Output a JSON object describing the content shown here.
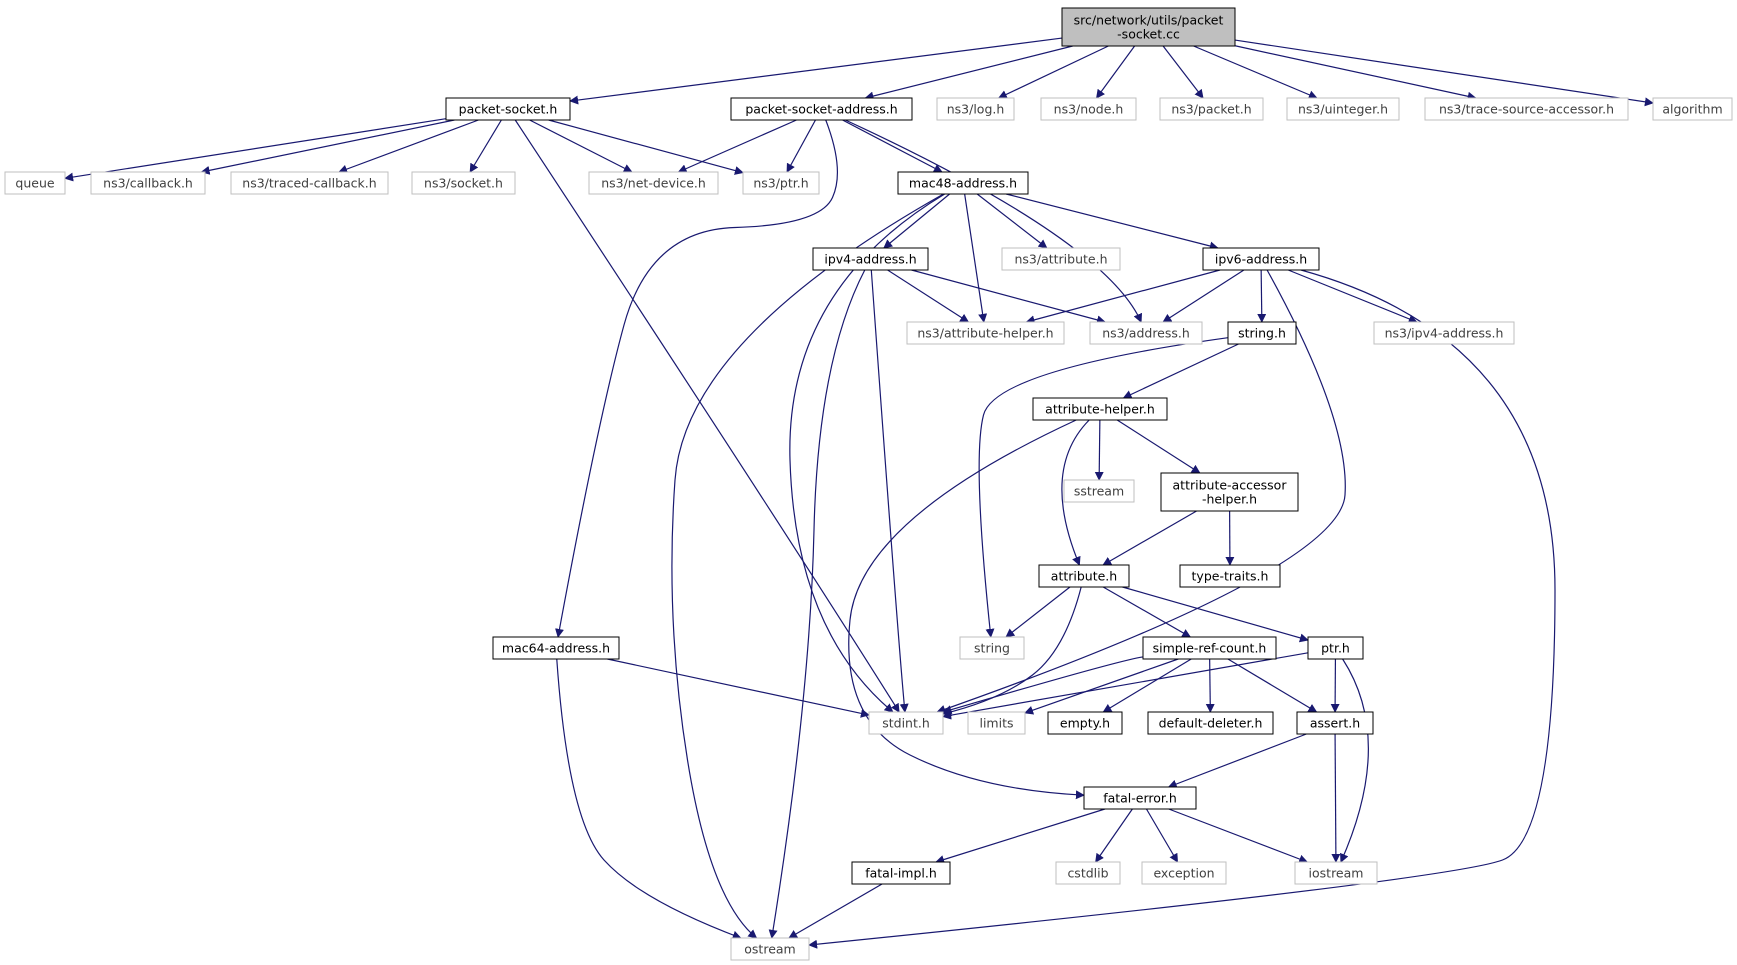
{
  "colors": {
    "edge": "#191970",
    "root_fill": "#bfbfbf",
    "doc_border": "#000000",
    "ext_border": "#bfbfbf",
    "ext_text": "#404040",
    "doc_text": "#000000"
  },
  "nodes": [
    {
      "id": "root",
      "lines": [
        "src/network/utils/packet",
        "-socket.cc"
      ],
      "kind": "root"
    },
    {
      "id": "packet_socket_h",
      "lines": [
        "packet-socket.h"
      ],
      "kind": "doc"
    },
    {
      "id": "packet_socket_address_h",
      "lines": [
        "packet-socket-address.h"
      ],
      "kind": "doc"
    },
    {
      "id": "ns3_log_h",
      "lines": [
        "ns3/log.h"
      ],
      "kind": "ext"
    },
    {
      "id": "ns3_node_h",
      "lines": [
        "ns3/node.h"
      ],
      "kind": "ext"
    },
    {
      "id": "ns3_packet_h",
      "lines": [
        "ns3/packet.h"
      ],
      "kind": "ext"
    },
    {
      "id": "ns3_uinteger_h",
      "lines": [
        "ns3/uinteger.h"
      ],
      "kind": "ext"
    },
    {
      "id": "ns3_trace_source_accessor_h",
      "lines": [
        "ns3/trace-source-accessor.h"
      ],
      "kind": "ext"
    },
    {
      "id": "algorithm",
      "lines": [
        "algorithm"
      ],
      "kind": "ext"
    },
    {
      "id": "queue",
      "lines": [
        "queue"
      ],
      "kind": "ext"
    },
    {
      "id": "ns3_callback_h",
      "lines": [
        "ns3/callback.h"
      ],
      "kind": "ext"
    },
    {
      "id": "ns3_traced_callback_h",
      "lines": [
        "ns3/traced-callback.h"
      ],
      "kind": "ext"
    },
    {
      "id": "ns3_socket_h",
      "lines": [
        "ns3/socket.h"
      ],
      "kind": "ext"
    },
    {
      "id": "ns3_net_device_h",
      "lines": [
        "ns3/net-device.h"
      ],
      "kind": "ext"
    },
    {
      "id": "ns3_ptr_h",
      "lines": [
        "ns3/ptr.h"
      ],
      "kind": "ext"
    },
    {
      "id": "mac48_address_h",
      "lines": [
        "mac48-address.h"
      ],
      "kind": "doc"
    },
    {
      "id": "ipv4_address_h",
      "lines": [
        "ipv4-address.h"
      ],
      "kind": "doc"
    },
    {
      "id": "ns3_attribute_h",
      "lines": [
        "ns3/attribute.h"
      ],
      "kind": "ext"
    },
    {
      "id": "ipv6_address_h",
      "lines": [
        "ipv6-address.h"
      ],
      "kind": "doc"
    },
    {
      "id": "ns3_attribute_helper_h",
      "lines": [
        "ns3/attribute-helper.h"
      ],
      "kind": "ext"
    },
    {
      "id": "ns3_address_h",
      "lines": [
        "ns3/address.h"
      ],
      "kind": "ext"
    },
    {
      "id": "string_h",
      "lines": [
        "string.h"
      ],
      "kind": "doc"
    },
    {
      "id": "ns3_ipv4_address_h",
      "lines": [
        "ns3/ipv4-address.h"
      ],
      "kind": "ext"
    },
    {
      "id": "attribute_helper_h",
      "lines": [
        "attribute-helper.h"
      ],
      "kind": "doc"
    },
    {
      "id": "sstream",
      "lines": [
        "sstream"
      ],
      "kind": "ext"
    },
    {
      "id": "attribute_accessor_helper_h",
      "lines": [
        "attribute-accessor",
        "-helper.h"
      ],
      "kind": "doc"
    },
    {
      "id": "attribute_h",
      "lines": [
        "attribute.h"
      ],
      "kind": "doc"
    },
    {
      "id": "type_traits_h",
      "lines": [
        "type-traits.h"
      ],
      "kind": "doc"
    },
    {
      "id": "mac64_address_h",
      "lines": [
        "mac64-address.h"
      ],
      "kind": "doc"
    },
    {
      "id": "string",
      "lines": [
        "string"
      ],
      "kind": "ext"
    },
    {
      "id": "simple_ref_count_h",
      "lines": [
        "simple-ref-count.h"
      ],
      "kind": "doc"
    },
    {
      "id": "ptr_h",
      "lines": [
        "ptr.h"
      ],
      "kind": "doc"
    },
    {
      "id": "stdint_h",
      "lines": [
        "stdint.h"
      ],
      "kind": "ext"
    },
    {
      "id": "limits",
      "lines": [
        "limits"
      ],
      "kind": "ext"
    },
    {
      "id": "empty_h",
      "lines": [
        "empty.h"
      ],
      "kind": "doc"
    },
    {
      "id": "default_deleter_h",
      "lines": [
        "default-deleter.h"
      ],
      "kind": "doc"
    },
    {
      "id": "assert_h",
      "lines": [
        "assert.h"
      ],
      "kind": "doc"
    },
    {
      "id": "fatal_error_h",
      "lines": [
        "fatal-error.h"
      ],
      "kind": "doc"
    },
    {
      "id": "fatal_impl_h",
      "lines": [
        "fatal-impl.h"
      ],
      "kind": "doc"
    },
    {
      "id": "cstdlib",
      "lines": [
        "cstdlib"
      ],
      "kind": "ext"
    },
    {
      "id": "exception",
      "lines": [
        "exception"
      ],
      "kind": "ext"
    },
    {
      "id": "iostream",
      "lines": [
        "iostream"
      ],
      "kind": "ext"
    },
    {
      "id": "ostream",
      "lines": [
        "ostream"
      ],
      "kind": "ext"
    }
  ],
  "edges": [
    [
      "root",
      "packet_socket_h"
    ],
    [
      "root",
      "packet_socket_address_h"
    ],
    [
      "root",
      "ns3_log_h"
    ],
    [
      "root",
      "ns3_node_h"
    ],
    [
      "root",
      "ns3_packet_h"
    ],
    [
      "root",
      "ns3_uinteger_h"
    ],
    [
      "root",
      "ns3_trace_source_accessor_h"
    ],
    [
      "root",
      "algorithm"
    ],
    [
      "packet_socket_h",
      "queue"
    ],
    [
      "packet_socket_h",
      "ns3_callback_h"
    ],
    [
      "packet_socket_h",
      "ns3_traced_callback_h"
    ],
    [
      "packet_socket_h",
      "ns3_socket_h"
    ],
    [
      "packet_socket_h",
      "ns3_net_device_h"
    ],
    [
      "packet_socket_h",
      "ns3_ptr_h"
    ],
    [
      "packet_socket_h",
      "stdint_h"
    ],
    [
      "packet_socket_address_h",
      "ns3_net_device_h"
    ],
    [
      "packet_socket_address_h",
      "ns3_ptr_h"
    ],
    [
      "packet_socket_address_h",
      "mac48_address_h"
    ],
    [
      "packet_socket_address_h",
      "mac64_address_h"
    ],
    [
      "packet_socket_address_h",
      "ns3_address_h"
    ],
    [
      "mac48_address_h",
      "ipv4_address_h"
    ],
    [
      "mac48_address_h",
      "ns3_attribute_h"
    ],
    [
      "mac48_address_h",
      "ipv6_address_h"
    ],
    [
      "mac48_address_h",
      "ns3_attribute_helper_h"
    ],
    [
      "mac48_address_h",
      "stdint_h"
    ],
    [
      "mac48_address_h",
      "ostream"
    ],
    [
      "ipv4_address_h",
      "ns3_attribute_helper_h"
    ],
    [
      "ipv4_address_h",
      "ns3_address_h"
    ],
    [
      "ipv4_address_h",
      "stdint_h"
    ],
    [
      "ipv4_address_h",
      "ostream"
    ],
    [
      "ipv6_address_h",
      "ns3_attribute_helper_h"
    ],
    [
      "ipv6_address_h",
      "ns3_address_h"
    ],
    [
      "ipv6_address_h",
      "string_h"
    ],
    [
      "ipv6_address_h",
      "ns3_ipv4_address_h"
    ],
    [
      "ipv6_address_h",
      "stdint_h"
    ],
    [
      "ipv6_address_h",
      "ostream"
    ],
    [
      "string_h",
      "attribute_helper_h"
    ],
    [
      "string_h",
      "string"
    ],
    [
      "attribute_helper_h",
      "sstream"
    ],
    [
      "attribute_helper_h",
      "attribute_accessor_helper_h"
    ],
    [
      "attribute_helper_h",
      "attribute_h"
    ],
    [
      "attribute_helper_h",
      "fatal_error_h"
    ],
    [
      "attribute_accessor_helper_h",
      "attribute_h"
    ],
    [
      "attribute_accessor_helper_h",
      "type_traits_h"
    ],
    [
      "attribute_h",
      "string"
    ],
    [
      "attribute_h",
      "simple_ref_count_h"
    ],
    [
      "attribute_h",
      "ptr_h"
    ],
    [
      "attribute_h",
      "stdint_h"
    ],
    [
      "simple_ref_count_h",
      "stdint_h"
    ],
    [
      "simple_ref_count_h",
      "limits"
    ],
    [
      "simple_ref_count_h",
      "empty_h"
    ],
    [
      "simple_ref_count_h",
      "default_deleter_h"
    ],
    [
      "simple_ref_count_h",
      "assert_h"
    ],
    [
      "ptr_h",
      "stdint_h"
    ],
    [
      "ptr_h",
      "assert_h"
    ],
    [
      "ptr_h",
      "iostream"
    ],
    [
      "assert_h",
      "fatal_error_h"
    ],
    [
      "assert_h",
      "iostream"
    ],
    [
      "fatal_error_h",
      "fatal_impl_h"
    ],
    [
      "fatal_error_h",
      "cstdlib"
    ],
    [
      "fatal_error_h",
      "exception"
    ],
    [
      "fatal_error_h",
      "iostream"
    ],
    [
      "fatal_impl_h",
      "ostream"
    ],
    [
      "mac64_address_h",
      "stdint_h"
    ],
    [
      "mac64_address_h",
      "ostream"
    ]
  ]
}
